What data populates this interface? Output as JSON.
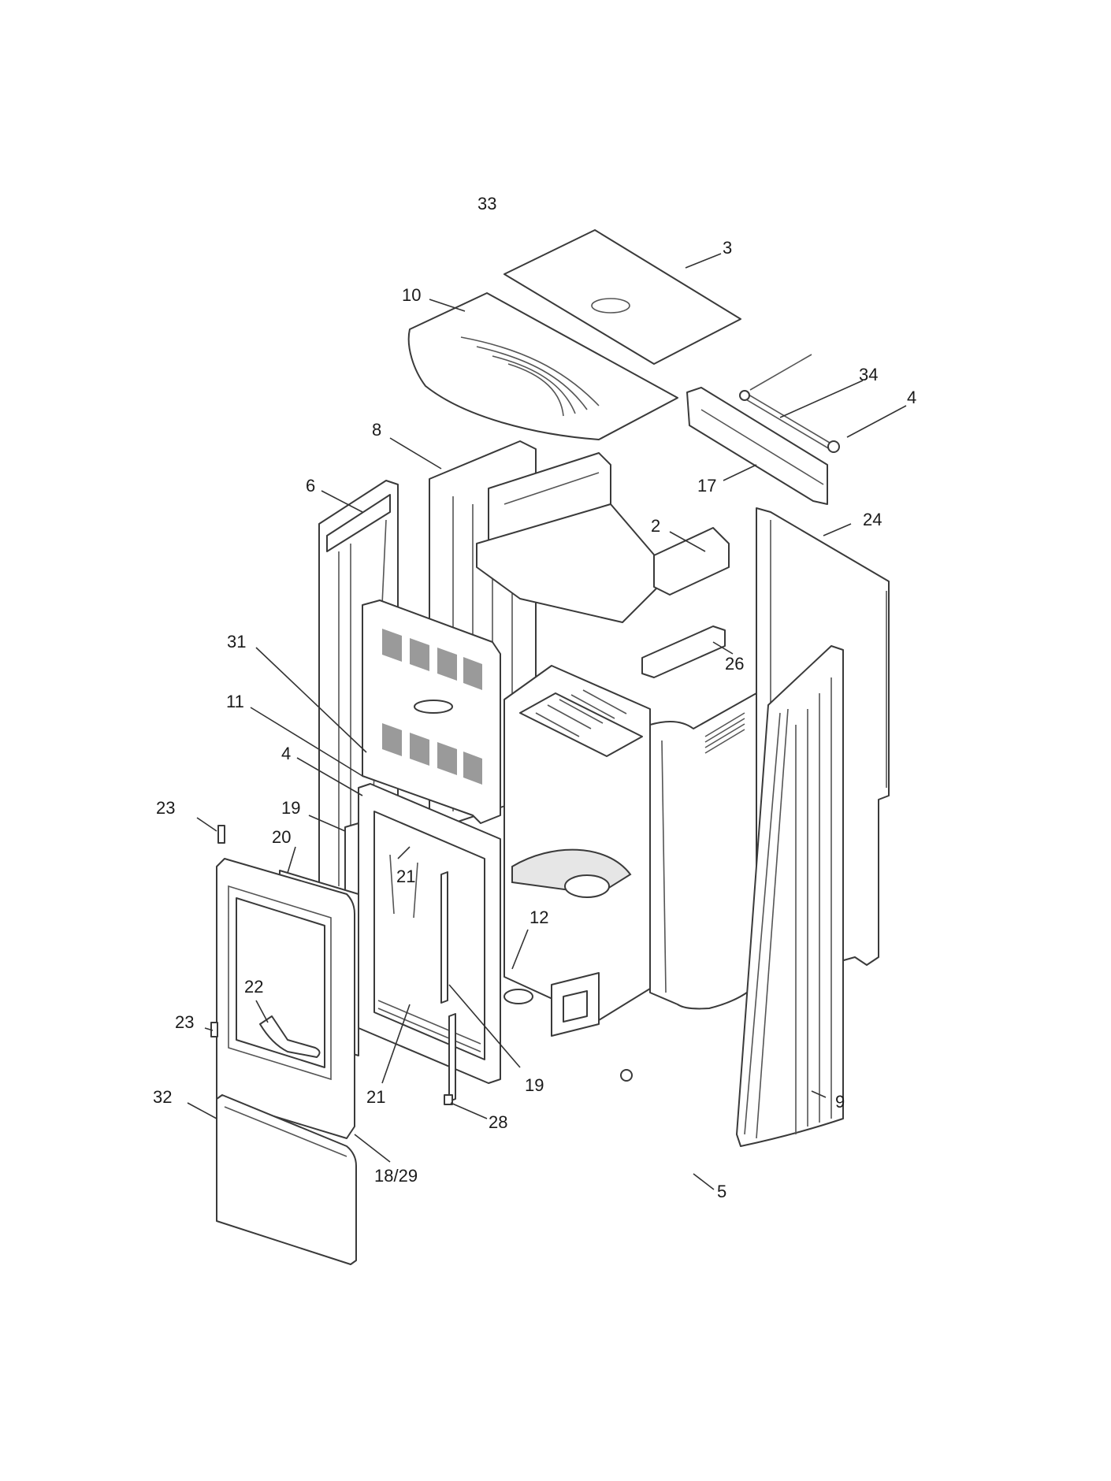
{
  "callouts": [
    {
      "id": "c33",
      "text": "33"
    },
    {
      "id": "c3",
      "text": "3"
    },
    {
      "id": "c10",
      "text": "10"
    },
    {
      "id": "c34",
      "text": "34"
    },
    {
      "id": "c4a",
      "text": "4"
    },
    {
      "id": "c8",
      "text": "8"
    },
    {
      "id": "c17",
      "text": "17"
    },
    {
      "id": "c6",
      "text": "6"
    },
    {
      "id": "c24",
      "text": "24"
    },
    {
      "id": "c2",
      "text": "2"
    },
    {
      "id": "c31",
      "text": "31"
    },
    {
      "id": "c26",
      "text": "26"
    },
    {
      "id": "c11",
      "text": "11"
    },
    {
      "id": "c4b",
      "text": "4"
    },
    {
      "id": "c23a",
      "text": "23"
    },
    {
      "id": "c19a",
      "text": "19"
    },
    {
      "id": "c20",
      "text": "20"
    },
    {
      "id": "c21a",
      "text": "21"
    },
    {
      "id": "c12",
      "text": "12"
    },
    {
      "id": "c22",
      "text": "22"
    },
    {
      "id": "c23b",
      "text": "23"
    },
    {
      "id": "c19b",
      "text": "19"
    },
    {
      "id": "c21b",
      "text": "21"
    },
    {
      "id": "c32",
      "text": "32"
    },
    {
      "id": "c28",
      "text": "28"
    },
    {
      "id": "c9",
      "text": "9"
    },
    {
      "id": "c1829",
      "text": "18/29"
    },
    {
      "id": "c5",
      "text": "5"
    }
  ]
}
